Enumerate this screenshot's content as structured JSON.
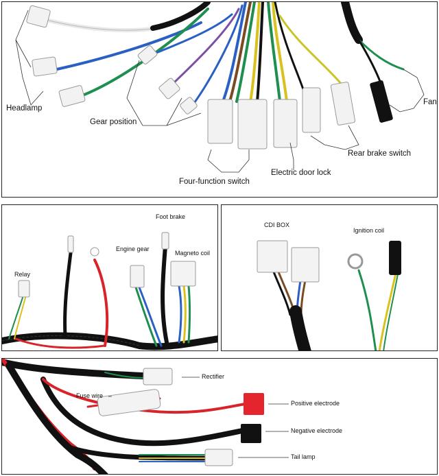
{
  "panel_top": {
    "labels": {
      "headlamp": "Headlamp",
      "gear_position": "Gear position",
      "four_function_switch": "Four-function switch",
      "electric_door_lock": "Electric door lock",
      "rear_brake_switch": "Rear brake switch",
      "fan": "Fan"
    }
  },
  "panel_mid_left": {
    "labels": {
      "relay": "Relay",
      "engine_gear": "Engine gear",
      "foot_brake": "Foot brake",
      "magneto_coil": "Magneto coil"
    }
  },
  "panel_mid_right": {
    "labels": {
      "cdi_box": "CDI BOX",
      "ignition_coil": "Ignition coil"
    }
  },
  "panel_bottom": {
    "labels": {
      "rectifier": "Rectifier",
      "fuse_wire": "Fuse wire",
      "positive_electrode": "Positive electrode",
      "negative_electrode": "Negative electrode",
      "tail_lamp": "Tail lamp"
    }
  },
  "colors": {
    "wire_black": "#111111",
    "wire_red": "#d8232a",
    "wire_green": "#1e8f4e",
    "wire_blue": "#2a5fc4",
    "wire_yellow": "#d9c21e",
    "wire_brown": "#7a4a22",
    "wire_white": "#e9e9e9",
    "connector_white": "#f4f4f4",
    "terminal_red": "#e5252d"
  }
}
